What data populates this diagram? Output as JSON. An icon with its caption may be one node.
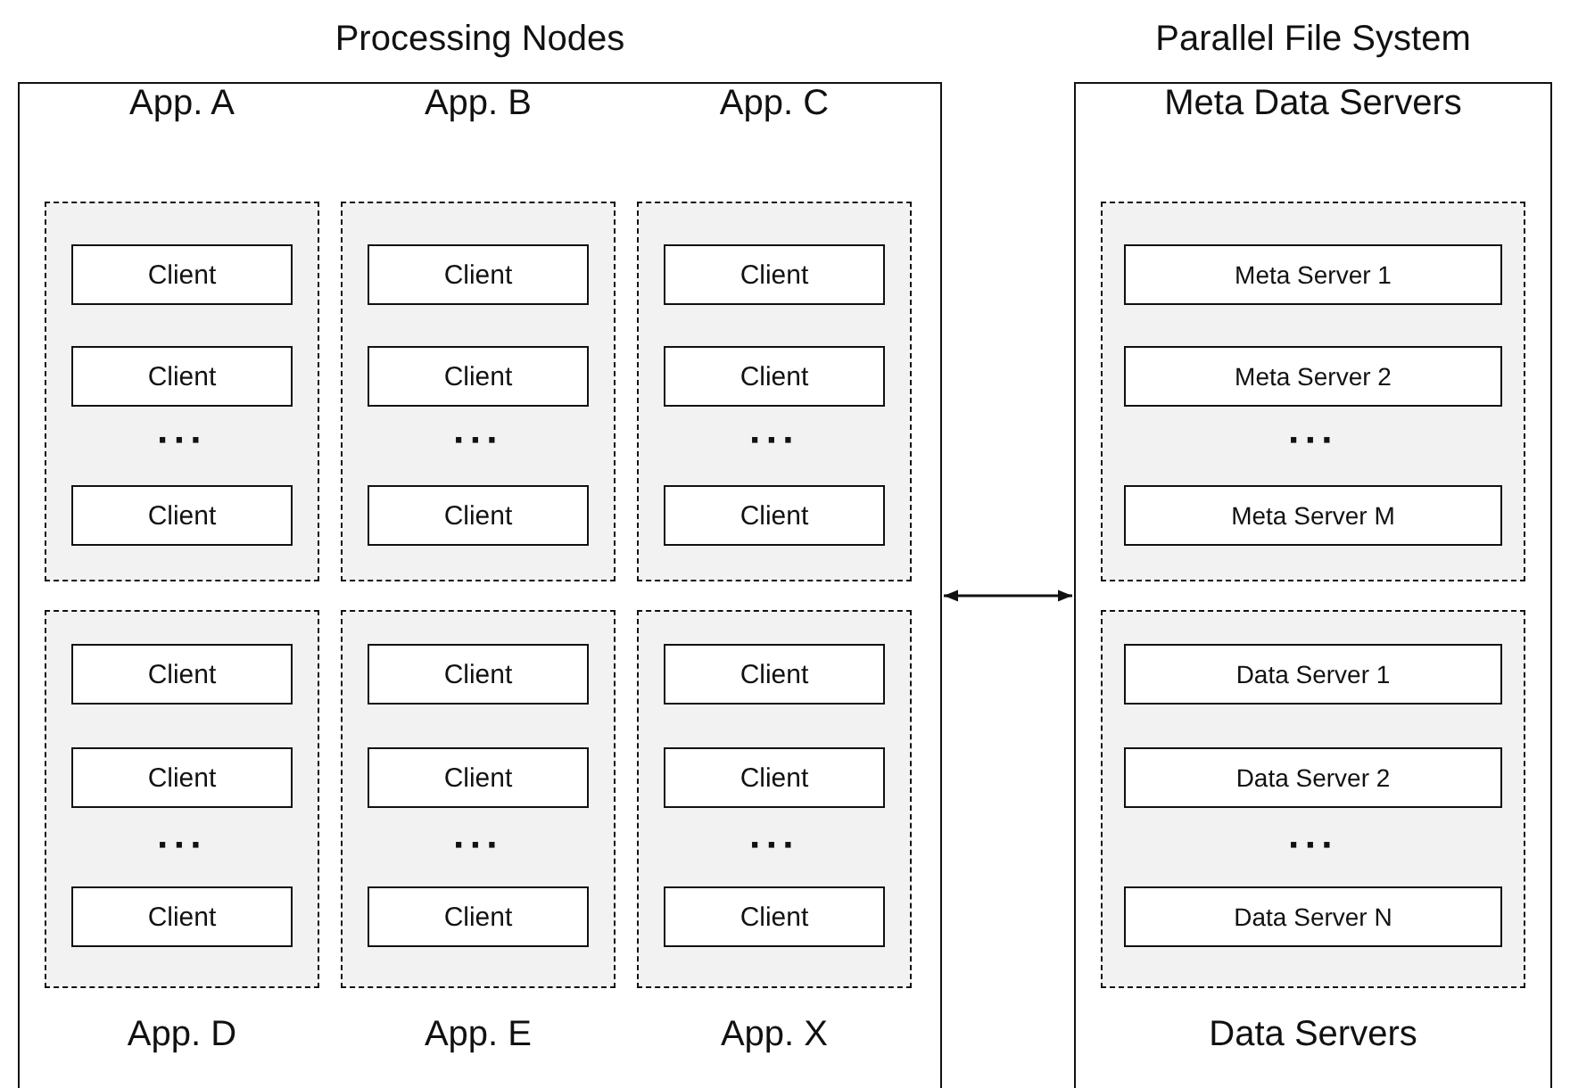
{
  "diagram": {
    "nodes": [
      {
        "text": [
          "Processing Nodes"
        ]
      },
      {
        "text": [
          "App. A"
        ],
        "in": 0
      },
      {
        "text": [
          "Client"
        ],
        "in": 1
      },
      {
        "text": [
          "Client"
        ],
        "in": 1
      },
      {
        "text": [
          "Client"
        ],
        "in": 1
      },
      {
        "text": [
          "App. B"
        ],
        "in": 0
      },
      {
        "text": [
          "Client"
        ],
        "in": 5
      },
      {
        "text": [
          "Client"
        ],
        "in": 5
      },
      {
        "text": [
          "Client"
        ],
        "in": 5
      },
      {
        "text": [
          "App. C"
        ],
        "in": 0
      },
      {
        "text": [
          "Client"
        ],
        "in": 9
      },
      {
        "text": [
          "Client"
        ],
        "in": 9
      },
      {
        "text": [
          "Client"
        ],
        "in": 9
      },
      {
        "text": [
          "App. D"
        ],
        "in": 0
      },
      {
        "text": [
          "Client"
        ],
        "in": 13
      },
      {
        "text": [
          "Client"
        ],
        "in": 13
      },
      {
        "text": [
          "Client"
        ],
        "in": 13
      },
      {
        "text": [
          "App. E"
        ],
        "in": 0
      },
      {
        "text": [
          "Client"
        ],
        "in": 17
      },
      {
        "text": [
          "Client"
        ],
        "in": 17
      },
      {
        "text": [
          "Client"
        ],
        "in": 17
      },
      {
        "text": [
          "App. X"
        ],
        "in": 0
      },
      {
        "text": [
          "Client"
        ],
        "in": 21
      },
      {
        "text": [
          "Client"
        ],
        "in": 21
      },
      {
        "text": [
          "Client"
        ],
        "in": 21
      },
      {
        "text": [
          "Parallel File System"
        ]
      },
      {
        "text": [
          "Meta Data Servers"
        ],
        "in": 25
      },
      {
        "text": [
          "Meta Server 1"
        ],
        "in": 26
      },
      {
        "text": [
          "Meta Server 2"
        ],
        "in": 26
      },
      {
        "text": [
          "Meta Server M"
        ],
        "in": 26
      },
      {
        "text": [
          "Data Servers"
        ],
        "in": 25
      },
      {
        "text": [
          "Data Server 1"
        ],
        "in": 30
      },
      {
        "text": [
          "Data Server 2"
        ],
        "in": 30
      },
      {
        "text": [
          "Data Server N"
        ],
        "in": 30
      }
    ],
    "edges": [
      {
        "from": 0,
        "to": 25,
        "arrow": "both"
      }
    ],
    "labels": [
      "···",
      "···",
      "···",
      "···",
      "···",
      "···",
      "···",
      "···"
    ]
  }
}
